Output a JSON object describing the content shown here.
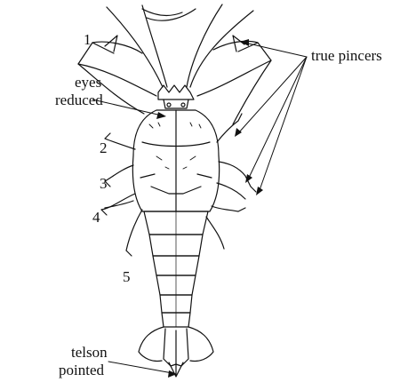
{
  "labels": {
    "true_pincers": "true pincers",
    "eyes_line1": "eyes",
    "eyes_line2": "reduced",
    "telson_line1": "telson",
    "telson_line2": "pointed"
  },
  "leg_numbers": [
    "1",
    "2",
    "3",
    "4",
    "5"
  ],
  "colors": {
    "ink": "#111111",
    "background": "#ffffff"
  }
}
